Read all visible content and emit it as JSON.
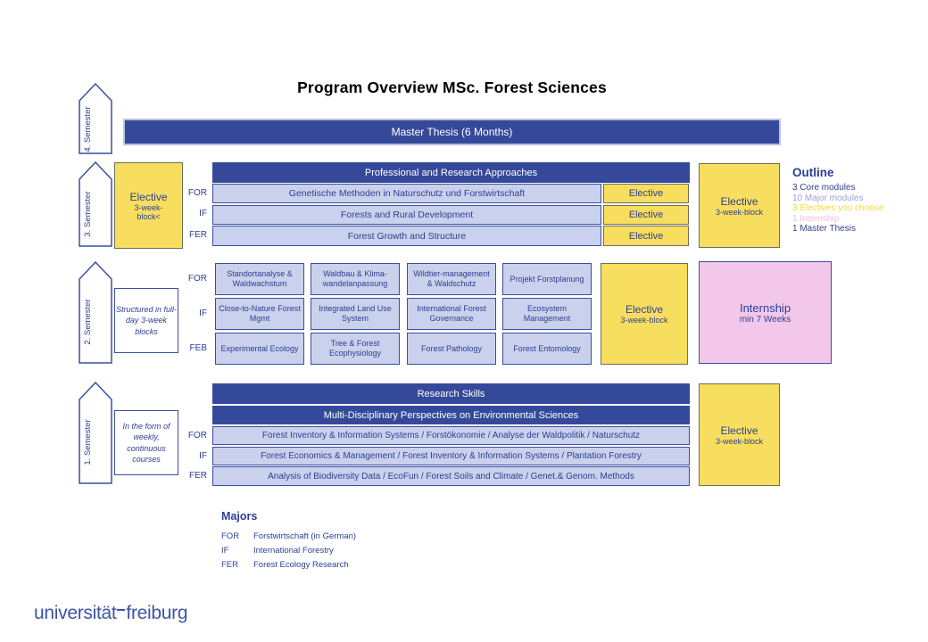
{
  "title": "Program Overview MSc. Forest Sciences",
  "master_thesis": {
    "label": "Master Thesis (6 Months)"
  },
  "semesters": [
    {
      "label": "4. Semester"
    },
    {
      "label": "3. Semester"
    },
    {
      "label": "2. Semester"
    },
    {
      "label": "1. Semester"
    }
  ],
  "sem3": {
    "elective_left": {
      "title": "Elective",
      "subtitle": "3-week-block<"
    },
    "header": "Professional and Research Approaches",
    "rows": [
      {
        "label": "FOR",
        "course": "Genetische Methoden in Naturschutz und Forstwirtschaft",
        "elective": "Elective"
      },
      {
        "label": "IF",
        "course": "Forests and Rural Development",
        "elective": "Elective"
      },
      {
        "label": "FER",
        "course": "Forest Growth and Structure",
        "elective": "Elective"
      }
    ],
    "elective_right": {
      "title": "Elective",
      "subtitle": "3-week-block"
    }
  },
  "outline": {
    "title": "Outline",
    "items": [
      {
        "text": "3 Core modules",
        "color": "#333f8f"
      },
      {
        "text": "10 Major modules",
        "color": "#97a3d4"
      },
      {
        "text": "3 Electives you choose",
        "color": "#f5d83f"
      },
      {
        "text": "1 Internship",
        "color": "#f1bce2"
      },
      {
        "text": "1 Master Thesis",
        "color": "#333f8f"
      }
    ]
  },
  "sem2": {
    "note": "Structured in full-day 3-week blocks",
    "row_labels": [
      "FOR",
      "IF",
      "FEB"
    ],
    "columns": [
      [
        "Standortanalyse & Waldwachstum",
        "Close-to-Nature Forest Mgmt",
        "Experimental Ecology"
      ],
      [
        "Waldbau & Klima-wandelanpassung",
        "Integrated Land Use System",
        "Tree & Forest Ecophysiology"
      ],
      [
        "Wildtier-management & Waldschutz",
        "International Forest Governance",
        "Forest Pathology"
      ],
      [
        "Projekt Forstplanung",
        "Ecosystem Management",
        "Forest Entomology"
      ]
    ],
    "elective": {
      "title": "Elective",
      "subtitle": "3-week-block"
    },
    "internship": {
      "title": "Internship",
      "subtitle": "min 7 Weeks"
    }
  },
  "sem1": {
    "note": "In the form of weekly, continuous courses",
    "headers": [
      "Research Skills",
      "Multi-Disciplinary Perspectives on Environmental Sciences"
    ],
    "rows": [
      {
        "label": "FOR",
        "course": "Forest Inventory & Information Systems / Forstökonomie / Analyse der Waldpolitik / Naturschutz"
      },
      {
        "label": "IF",
        "course": "Forest Economics & Management / Forest Inventory & Information Systems / Plantation Forestry"
      },
      {
        "label": "FER",
        "course": "Analysis of Biodiversity Data / EcoFun / Forest Soils and Climate / Genet.& Genom. Methods"
      }
    ],
    "elective": {
      "title": "Elective",
      "subtitle": "3-week-block"
    }
  },
  "majors": {
    "title": "Majors",
    "items": [
      {
        "abbr": "FOR",
        "name": "Forstwirtschaft (in German)"
      },
      {
        "abbr": "IF",
        "name": "International Forestry"
      },
      {
        "abbr": "FER",
        "name": "Forest Ecology Research"
      }
    ]
  },
  "logo": {
    "word1": "universität",
    "word2": "freiburg"
  },
  "colors": {
    "header_blue": "#35499b",
    "cell_blue": "#c9d1ec",
    "border_navy": "#3a4e9e",
    "text_navy": "#2c3e93",
    "elective_yellow": "#f8de5f",
    "internship_pink": "#f2c7ea",
    "logo_blue": "#3a55a5"
  }
}
